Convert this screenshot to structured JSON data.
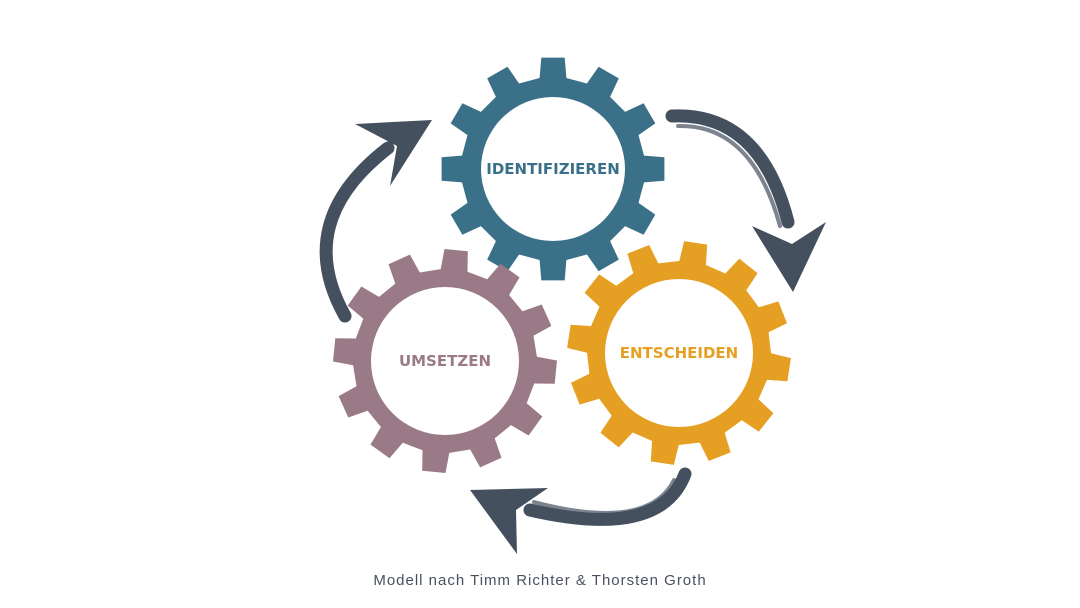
{
  "gears": [
    {
      "id": "identify",
      "label": "IDENTIFIZIEREN",
      "color": "#3a7088"
    },
    {
      "id": "decide",
      "label": "ENTSCHEIDEN",
      "color": "#e5a023"
    },
    {
      "id": "implement",
      "label": "UMSETZEN",
      "color": "#9b7a88"
    }
  ],
  "arrow_color": "#45505f",
  "caption": "Modell nach Timm Richter & Thorsten Groth"
}
